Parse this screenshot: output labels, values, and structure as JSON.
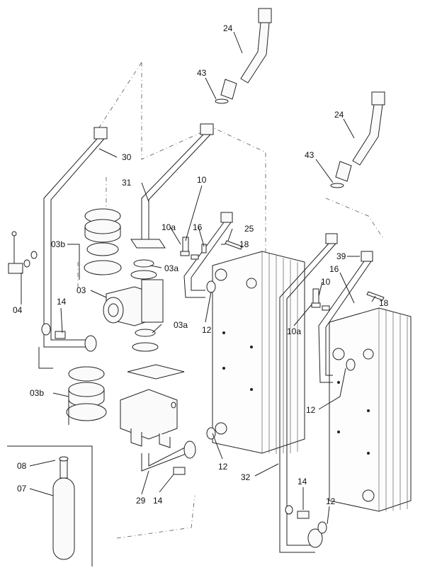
{
  "labels": {
    "l24a": "24",
    "l43a": "43",
    "l30": "30",
    "l31": "31",
    "l10a_left": "10a",
    "l10_left": "10",
    "l16_left": "16",
    "l25": "25",
    "l18_left": "18",
    "l03b_top": "03b",
    "l04": "04",
    "l03": "03",
    "l03a_top": "03a",
    "l03a_mid": "03a",
    "l14_left": "14",
    "l12_a": "12",
    "l03b_bottom": "03b",
    "l24b": "24",
    "l43b": "43",
    "l39": "39",
    "l10_right": "10",
    "l16_right": "16",
    "l18_right": "18",
    "l10a_right": "10a",
    "l12_b": "12",
    "l12_c": "12",
    "l08": "08",
    "l07": "07",
    "l29": "29",
    "l14_mid": "14",
    "l32": "32",
    "l14_right": "14",
    "l12_d": "12"
  }
}
